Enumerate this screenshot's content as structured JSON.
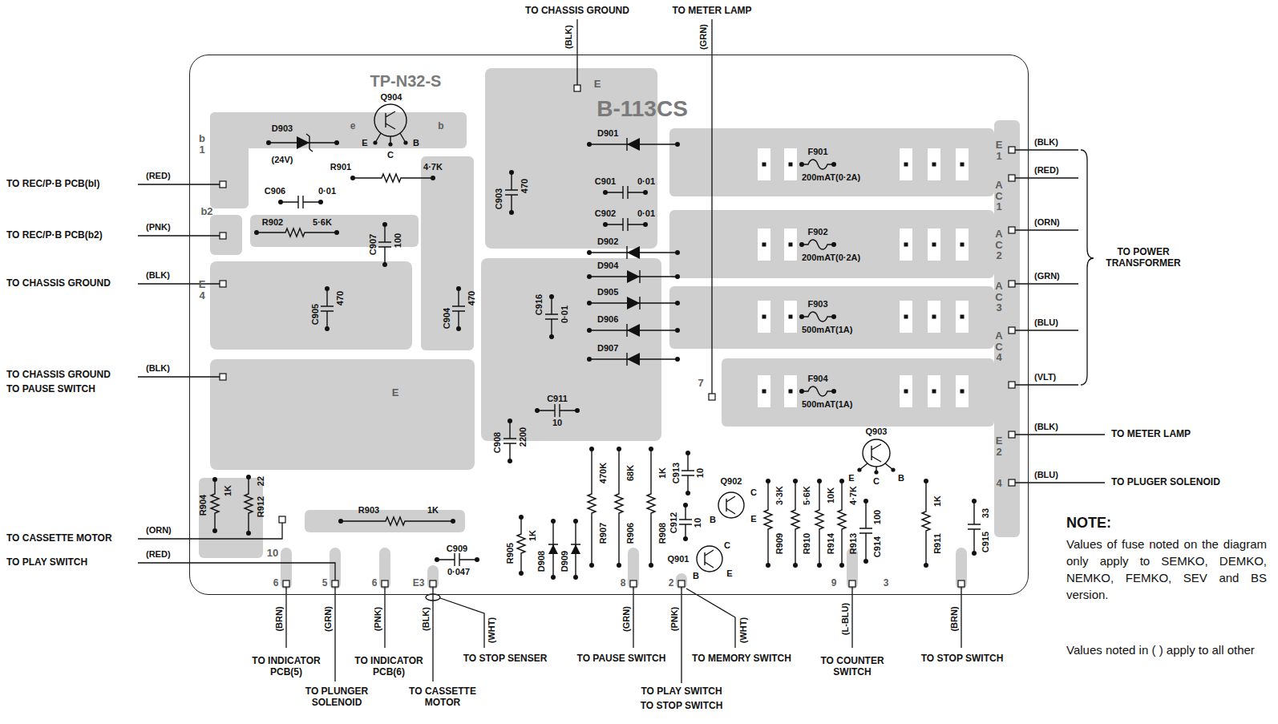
{
  "diagram": {
    "nodes": [
      {
        "text": [
          "TP-N32-S",
          "B-113CS"
        ]
      }
    ],
    "labels": [
      "TO CHASSIS GROUND",
      "(BLK)",
      "TO METER LAMP",
      "(GRN)",
      "TO REC/P·B PCB(bl)",
      "(RED)",
      "TO REC/P·B PCB(b2)",
      "(PNK)",
      "TO CHASSIS GROUND",
      "(BLK)",
      "TO CHASSIS GROUND",
      "TO PAUSE SWITCH",
      "(BLK)",
      "TO CASSETTE MOTOR",
      "(ORN)",
      "TO PLAY SWITCH",
      "(RED)",
      "(BLK)",
      "(RED)",
      "(ORN)",
      "(GRN)",
      "(BLU)",
      "(VLT)",
      "TO POWER TRANSFORMER",
      "(BLK)",
      "TO METER LAMP",
      "(BLU)",
      "TO PLUGER SOLENOID",
      "(BRN)",
      "(GRN)",
      "(PNK)",
      "(BLK)",
      "(WHT)",
      "(GRN)",
      "(PNK)",
      "(WHT)",
      "(L-BLU)",
      "(BRN)",
      "TO INDICATOR PCB(5)",
      "TO PLUNGER SOLENOID",
      "TO INDICATOR PCB(6)",
      "TO STOP SENSER",
      "TO CASSETTE MOTOR",
      "TO PAUSE SWITCH",
      "TO MEMORY SWITCH",
      "TO PLAY SWITCH",
      "TO STOP SWITCH",
      "TO COUNTER SWITCH",
      "TO STOP SWITCH",
      "NOTE:",
      "Values of fuse noted on the diagram only apply to SEMKO, DEMKO, NEMKO, FEMKO, SEV and BS version.",
      "Values noted in ( ) apply to all other",
      "Q904",
      "D903",
      "(24V)",
      "E",
      "C",
      "B",
      "e",
      "b",
      "R901",
      "4·7K",
      "C906",
      "0·01",
      "R902",
      "5·6K",
      "C907",
      "100",
      "C905",
      "470",
      "C904",
      "470",
      "C903",
      "470",
      "D901",
      "C901",
      "0·01",
      "C902",
      "0·01",
      "D902",
      "D904",
      "D905",
      "D906",
      "D907",
      "C916",
      "0·01",
      "F901",
      "200mAT(0·2A)",
      "F902",
      "200mAT(0·2A)",
      "F903",
      "500mAT(1A)",
      "F904",
      "500mAT(1A)",
      "C908",
      "2200",
      "C911",
      "10",
      "C913",
      "10",
      "Q902",
      "C",
      "B",
      "E",
      "Q901",
      "C",
      "E",
      "B",
      "C912",
      "10",
      "Q903",
      "E",
      "C",
      "B",
      "R904",
      "1K",
      "R912",
      "22",
      "R903",
      "1K",
      "C909",
      "0·047",
      "R905",
      "1K",
      "D908",
      "D909",
      "470K",
      "R907",
      "68K",
      "R906",
      "1K",
      "R908",
      "3·3K",
      "R909",
      "5·6K",
      "R910",
      "10K",
      "R914",
      "4·7K",
      "R913",
      "100",
      "C914",
      "1K",
      "R911",
      "33",
      "C915",
      "b1",
      "b2",
      "E4",
      "E",
      "E",
      "E1",
      "AC1",
      "AC2",
      "AC3",
      "AC4",
      "E2",
      "4",
      "7",
      "10",
      "6",
      "5",
      "6",
      "E3",
      "8",
      "2",
      "9",
      "3"
    ]
  }
}
